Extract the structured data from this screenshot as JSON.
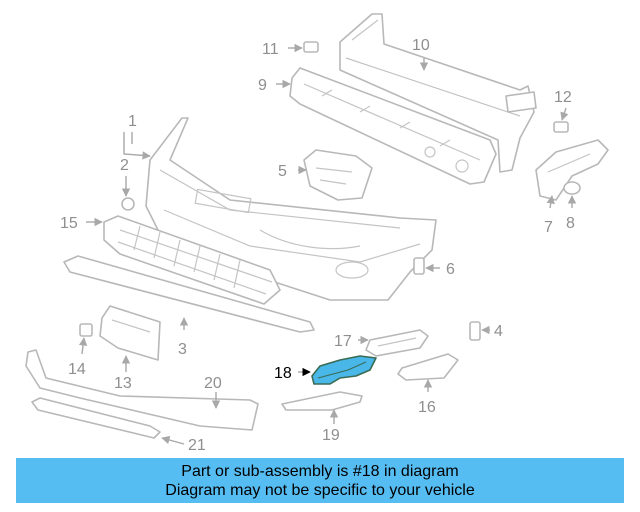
{
  "highlight_color": "#49b7e8",
  "banner_color": "#56bdf3",
  "callouts": {
    "c1": "1",
    "c2": "2",
    "c3": "3",
    "c4": "4",
    "c5": "5",
    "c6": "6",
    "c7": "7",
    "c8": "8",
    "c9": "9",
    "c10": "10",
    "c11": "11",
    "c12": "12",
    "c13": "13",
    "c14": "14",
    "c15": "15",
    "c16": "16",
    "c17": "17",
    "c18": "18",
    "c19": "19",
    "c20": "20",
    "c21": "21"
  },
  "banner": {
    "line1": "Part or sub-assembly is #18 in diagram",
    "line2": "Diagram may not be specific to your vehicle"
  }
}
